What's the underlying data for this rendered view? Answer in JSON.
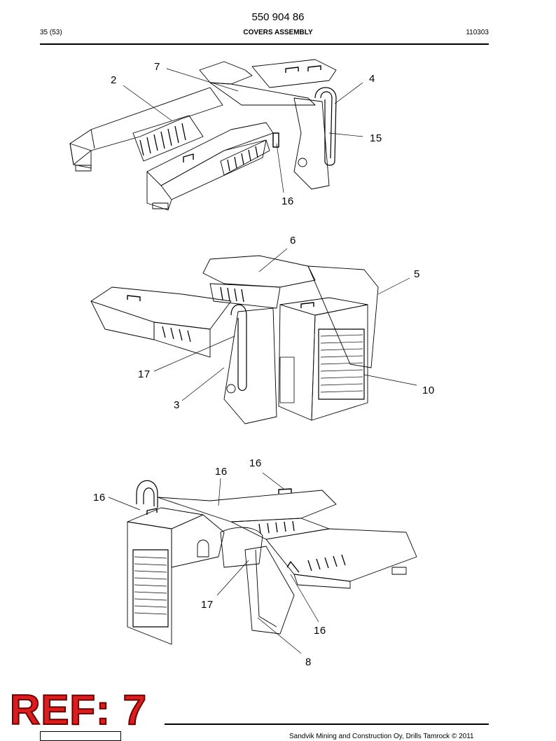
{
  "header": {
    "doc_number": "550 904 86",
    "page_info": "35 (53)",
    "section_title": "COVERS ASSEMBLY",
    "doc_date": "110303"
  },
  "views": [
    {
      "name": "view-top",
      "callouts": [
        "7",
        "2",
        "4",
        "15",
        "16"
      ]
    },
    {
      "name": "view-middle",
      "callouts": [
        "6",
        "5",
        "17",
        "3",
        "10"
      ]
    },
    {
      "name": "view-bottom",
      "callouts": [
        "16",
        "16",
        "16",
        "17",
        "16",
        "8"
      ]
    }
  ],
  "stamp": {
    "text": "REF: 7",
    "color": "#d81e1e"
  },
  "footer": {
    "copyright": "Sandvik Mining and Construction Oy, Drills Tamrock © 2011"
  }
}
